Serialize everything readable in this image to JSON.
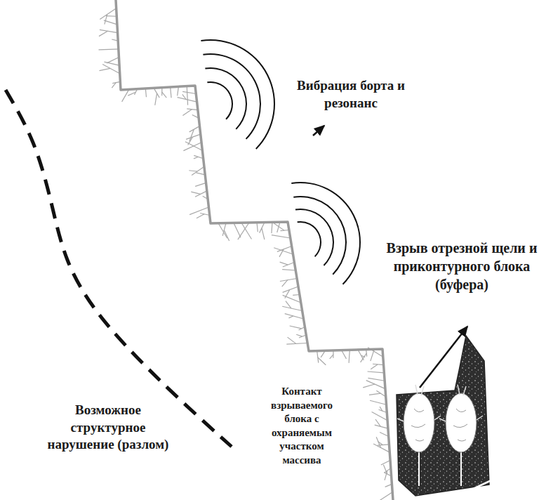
{
  "diagram": {
    "labels": [
      "Вибрация борта и резонанс",
      "Взрыв отрезной щели и приконтурного блока (буфера)",
      "Контакт взрываемого блока с охраняемым участком массива",
      "Возможное структурное нарушение (разлом)"
    ]
  }
}
